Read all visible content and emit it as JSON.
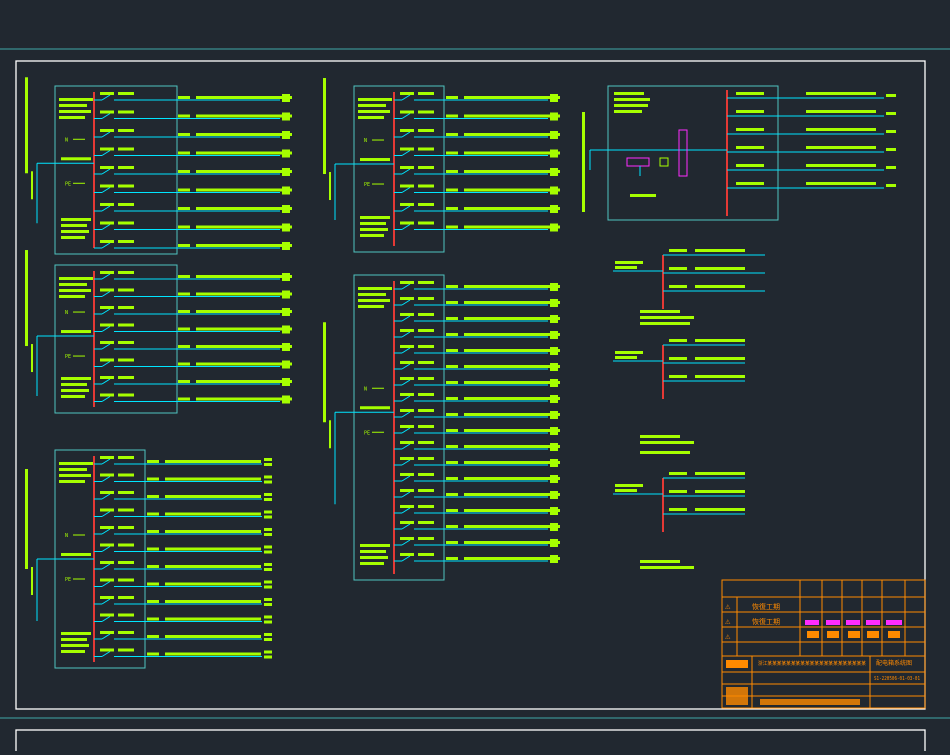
{
  "title_block": {
    "rows": [
      {
        "mark": "⚠",
        "label": "恢復工期"
      },
      {
        "mark": "⚠",
        "label": "恢復工期"
      },
      {
        "mark": "⚠",
        "label": ""
      }
    ],
    "project": "浙江某某某某某某某某某某某某某某某某某某某某某",
    "drawing_title": "配电箱系统图",
    "drawing_no": "S1-220506-01-03-01"
  },
  "colors": {
    "background": "#212830",
    "border": "#ffffff",
    "panel": "#4fc3c0",
    "busbar": "#e53935",
    "circuit": "#00e5ff",
    "label": "#a6ff00",
    "title_block": "#ff8a00",
    "accent": "#ff2bff"
  }
}
